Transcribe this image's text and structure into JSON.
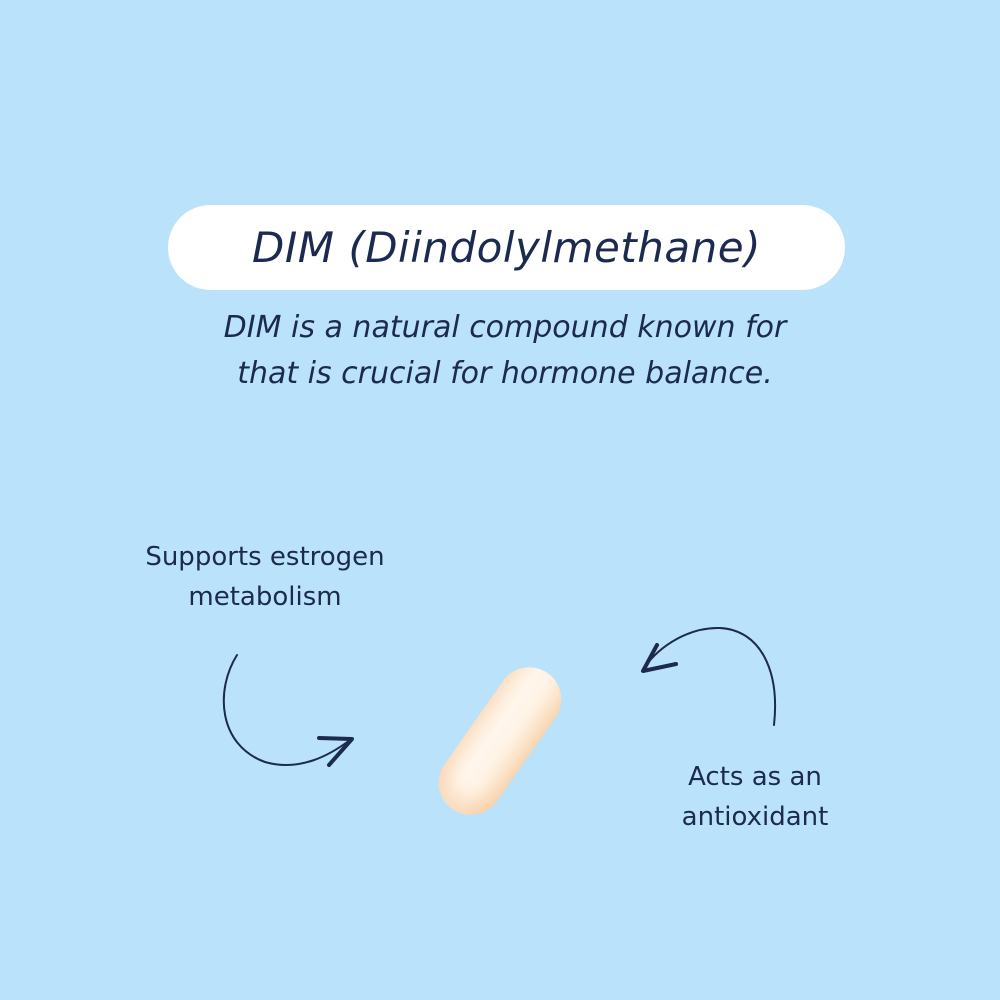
{
  "title": "DIM (Diindolylmethane)",
  "subtitle": {
    "line1": "DIM is a natural compound known for",
    "line2": "that is crucial for hormone balance."
  },
  "benefits": [
    {
      "line1": "Supports estrogen",
      "line2": "metabolism"
    },
    {
      "line1": "Acts as an",
      "line2": "antioxidant"
    }
  ],
  "colors": {
    "background": "#bbe2fb",
    "text": "#1b2a4e",
    "pill_bg": "#ffffff"
  }
}
